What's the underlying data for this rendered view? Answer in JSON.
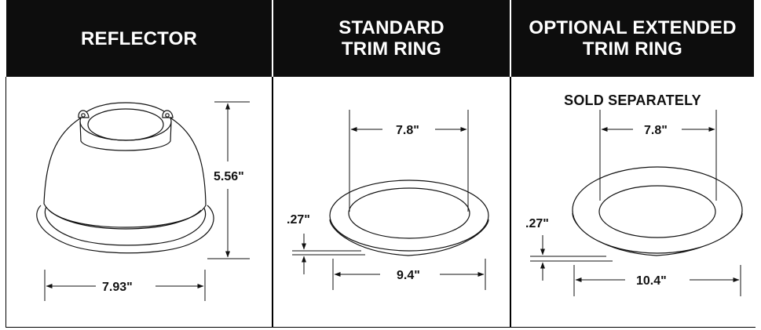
{
  "headers": {
    "reflector": [
      "REFLECTOR"
    ],
    "standard": [
      "STANDARD",
      "TRIM RING"
    ],
    "optional": [
      "OPTIONAL EXTENDED",
      "TRIM RING"
    ]
  },
  "optional_note": "SOLD SEPARATELY",
  "dimensions": {
    "reflector_width": "7.93\"",
    "reflector_height": "5.56\"",
    "standard_inner": "7.8\"",
    "standard_outer": "9.4\"",
    "standard_thickness": ".27\"",
    "optional_inner": "7.8\"",
    "optional_outer": "10.4\"",
    "optional_thickness": ".27\""
  }
}
